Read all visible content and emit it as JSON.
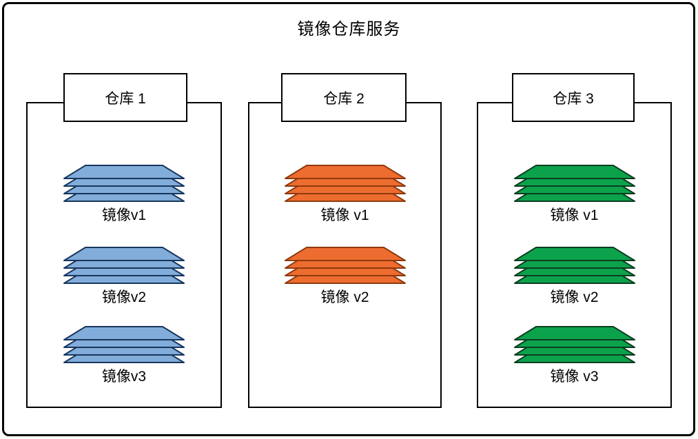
{
  "title": "镜像仓库服务",
  "colors": {
    "blue_fill": "#82ACDA",
    "blue_stroke": "#17365D",
    "orange_fill": "#ED6C2F",
    "orange_stroke": "#8E3A0E",
    "green_fill": "#0CA24C",
    "green_stroke": "#0C3D20"
  },
  "repositories": [
    {
      "label": "仓库 1",
      "color": "blue",
      "images": [
        "镜像v1",
        "镜像v2",
        "镜像v3"
      ]
    },
    {
      "label": "仓库 2",
      "color": "orange",
      "images": [
        "镜像 v1",
        "镜像 v2"
      ]
    },
    {
      "label": "仓库 3",
      "color": "green",
      "images": [
        "镜像 v1",
        "镜像 v2",
        "镜像 v3"
      ]
    }
  ]
}
